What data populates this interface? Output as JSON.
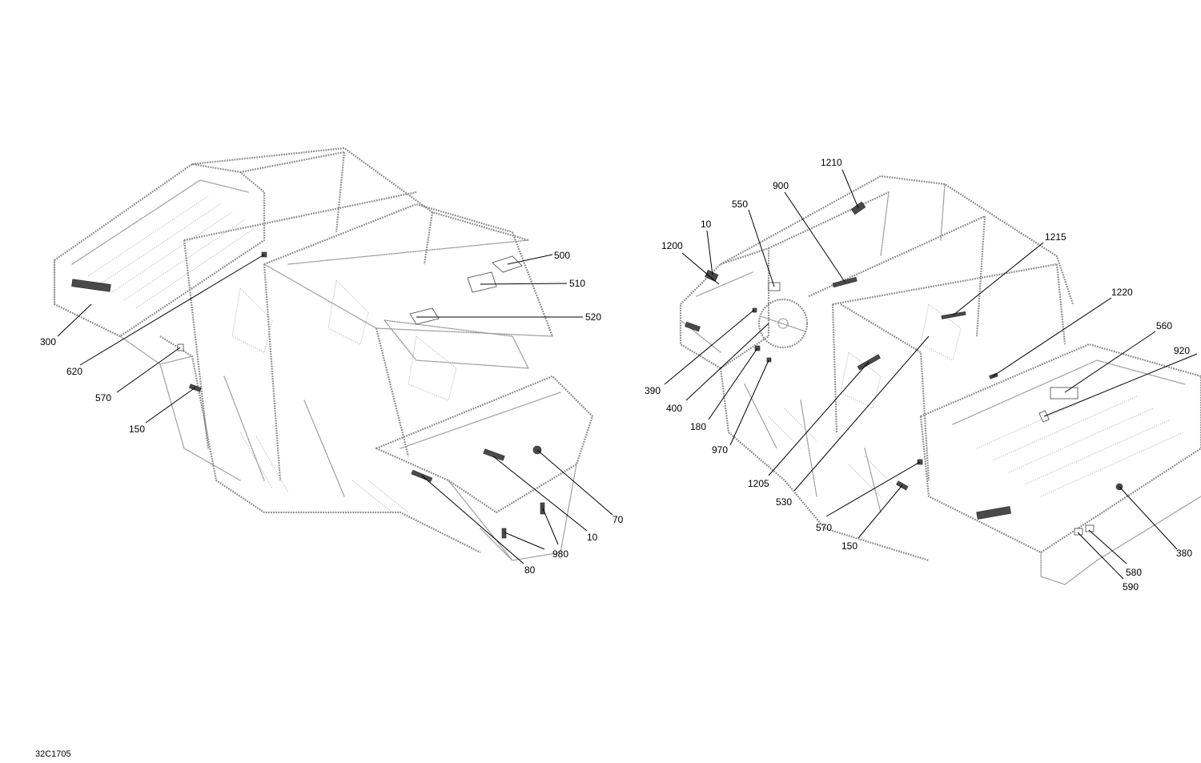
{
  "drawing_code": "32C1705",
  "left_view": {
    "callouts": {
      "c300": "300",
      "c620": "620",
      "c570": "570",
      "c150": "150",
      "c500": "500",
      "c510": "510",
      "c520": "520",
      "c70": "70",
      "c10": "10",
      "c980": "980",
      "c80": "80"
    }
  },
  "right_view": {
    "callouts": {
      "c1210": "1210",
      "c900": "900",
      "c550": "550",
      "c10": "10",
      "c1200": "1200",
      "c1215": "1215",
      "c1220": "1220",
      "c560": "560",
      "c920": "920",
      "c390": "390",
      "c400": "400",
      "c180": "180",
      "c970": "970",
      "c1205": "1205",
      "c530": "530",
      "c570": "570",
      "c150": "150",
      "c380": "380",
      "c580": "580",
      "c590": "590"
    }
  }
}
